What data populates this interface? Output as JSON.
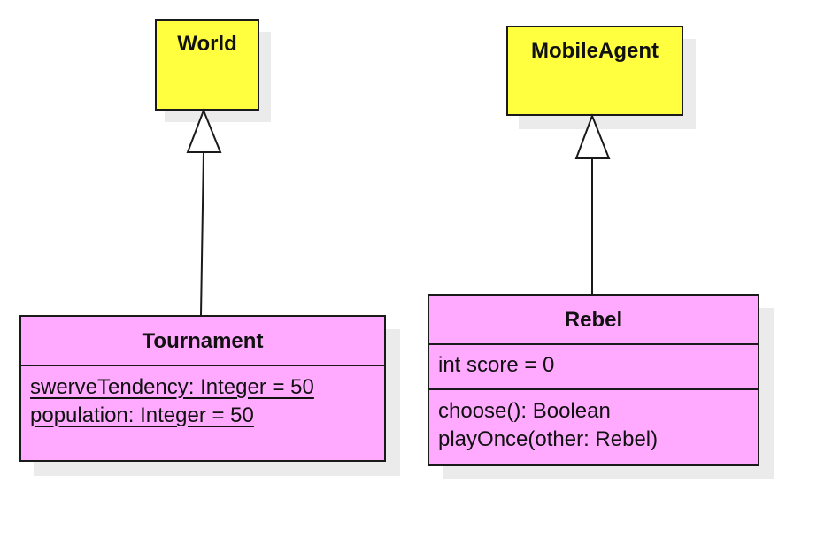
{
  "classes": {
    "world": {
      "name": "World"
    },
    "mobile_agent": {
      "name": "MobileAgent"
    },
    "tournament": {
      "name": "Tournament",
      "attributes": [
        "swerveTendency: Integer = 50",
        "population: Integer = 50"
      ]
    },
    "rebel": {
      "name": "Rebel",
      "attributes": [
        "int score = 0"
      ],
      "operations": [
        "choose(): Boolean",
        "playOnce(other: Rebel)"
      ]
    }
  },
  "colors": {
    "superclass_fill": "#ffff3f",
    "subclass_fill": "#ffaaff",
    "border": "#1a1a1a"
  },
  "relationships": [
    {
      "type": "generalization",
      "from": "Tournament",
      "to": "World"
    },
    {
      "type": "generalization",
      "from": "Rebel",
      "to": "MobileAgent"
    }
  ]
}
